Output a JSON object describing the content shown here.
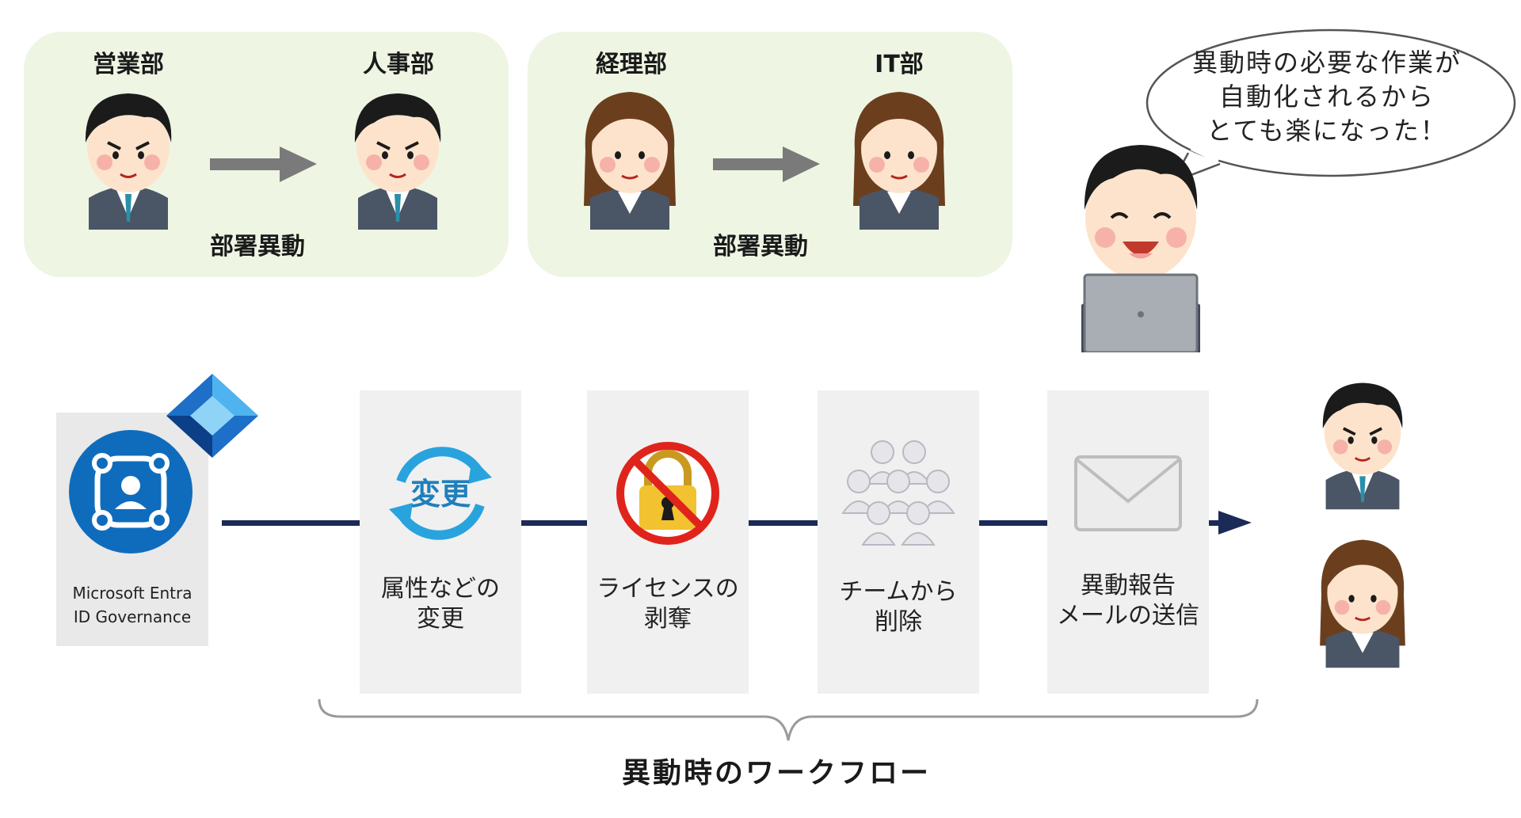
{
  "transfers": [
    {
      "from_dept": "営業部",
      "to_dept": "人事部",
      "label": "部署異動"
    },
    {
      "from_dept": "経理部",
      "to_dept": "IT部",
      "label": "部署異動"
    }
  ],
  "speech_bubble": {
    "line1": "異動時の必要な作業が",
    "line2": "自動化されるから",
    "line3": "とても楽になった！"
  },
  "entra": {
    "line1": "Microsoft Entra",
    "line2": "ID Governance"
  },
  "steps": [
    {
      "icon_text": "変更",
      "line1": "属性などの",
      "line2": "変更",
      "icon": "refresh-change-icon"
    },
    {
      "line1": "ライセンスの",
      "line2": "剥奪",
      "icon": "prohibited-lock-icon"
    },
    {
      "line1": "チームから",
      "line2": "削除",
      "icon": "team-people-icon"
    },
    {
      "line1": "異動報告",
      "line2": "メールの送信",
      "icon": "envelope-icon"
    }
  ],
  "workflow_title": "異動時のワークフロー",
  "colors": {
    "panel_bg": "#eef5e3",
    "flow_line": "#1b2a57",
    "arrow_gray": "#7a7a7a",
    "entra_blue": "#0f6cbd",
    "box_bg": "#f0f0f0"
  }
}
